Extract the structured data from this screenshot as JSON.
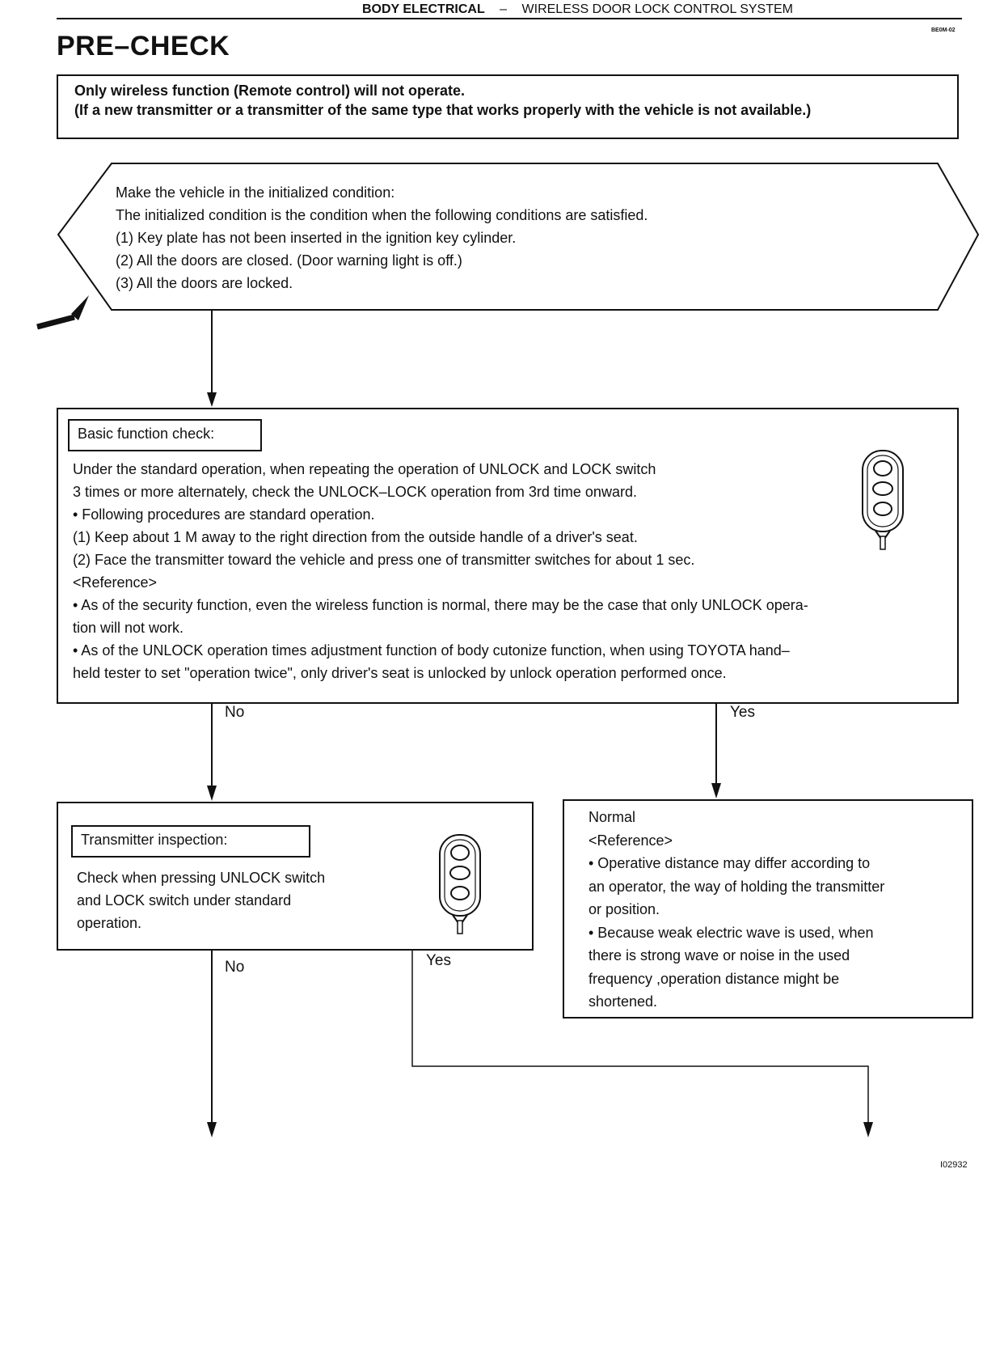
{
  "header": {
    "section": "BODY ELECTRICAL",
    "separator": "–",
    "subsection": "WIRELESS DOOR LOCK CONTROL SYSTEM",
    "doc_code": "BE0M-02"
  },
  "page_title": "PRE–CHECK",
  "condition": {
    "line1": "Only wireless function (Remote control) will not operate.",
    "line2": "(If a new transmitter or a transmitter of the same type that works properly with the vehicle is not available.)"
  },
  "initialize": {
    "line1": "Make the vehicle in the initialized condition:",
    "line2": "The initialized condition is the condition when the following conditions are satisfied.",
    "line3": "(1) Key plate has not been inserted in the ignition key cylinder.",
    "line4": "(2) All the doors are closed. (Door warning light is off.)",
    "line5": "(3) All the doors are locked."
  },
  "basic_check": {
    "title": "Basic function check:",
    "line1": "Under the standard operation, when repeating the operation of UNLOCK and LOCK switch",
    "line2": "3 times or more alternately, check the UNLOCK–LOCK operation from 3rd time onward.",
    "line3": "• Following procedures are standard operation.",
    "line4": "(1) Keep about 1 M away to the right direction from the outside handle of a driver's seat.",
    "line5": "(2) Face the transmitter toward the vehicle and press one of transmitter switches for about 1 sec.",
    "line6": "<Reference>",
    "line7": "• As of the security function, even the wireless function is normal, there may be the case that only UNLOCK opera-",
    "line8": "tion will not work.",
    "line9": "• As of the UNLOCK operation times adjustment function of body cutonize function, when using TOYOTA hand–",
    "line10": "held tester to set \"operation twice\", only driver's seat is unlocked by unlock operation performed once."
  },
  "transmitter": {
    "title": "Transmitter inspection:",
    "line1": "Check when pressing UNLOCK switch",
    "line2": "and LOCK switch under standard",
    "line3": "operation."
  },
  "normal": {
    "line1": "Normal",
    "line2": "<Reference>",
    "line3": "• Operative distance may differ according to",
    "line4": "an operator, the way of holding the transmitter",
    "line5": "or position.",
    "line6": "• Because weak electric wave is used, when",
    "line7": "there is strong wave or noise in the used",
    "line8": "frequency ,operation distance might be",
    "line9": "shortened."
  },
  "labels": {
    "basic_no": "No",
    "basic_yes": "Yes",
    "trans_no": "No",
    "trans_yes": "Yes"
  },
  "figure_id": "I02932"
}
